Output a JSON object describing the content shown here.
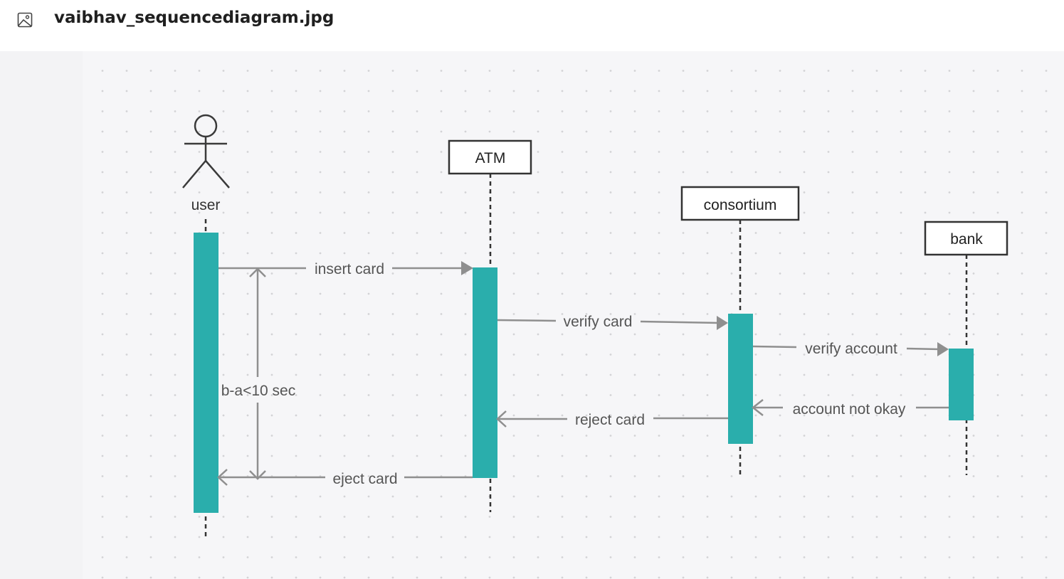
{
  "header": {
    "icon": "image-file-icon",
    "title": "vaibhav_sequencediagram.jpg"
  },
  "diagram": {
    "lifelines": [
      {
        "id": "user",
        "label": "user",
        "kind": "actor"
      },
      {
        "id": "atm",
        "label": "ATM",
        "kind": "object"
      },
      {
        "id": "consortium",
        "label": "consortium",
        "kind": "object"
      },
      {
        "id": "bank",
        "label": "bank",
        "kind": "object"
      }
    ],
    "messages": [
      {
        "from": "user",
        "to": "atm",
        "label": "insert card"
      },
      {
        "from": "atm",
        "to": "consortium",
        "label": "verify card"
      },
      {
        "from": "consortium",
        "to": "bank",
        "label": "verify account"
      },
      {
        "from": "bank",
        "to": "consortium",
        "label": "account not okay"
      },
      {
        "from": "consortium",
        "to": "atm",
        "label": "reject card"
      },
      {
        "from": "atm",
        "to": "user",
        "label": "eject card"
      }
    ],
    "constraint": {
      "label": "b-a<10 sec"
    },
    "colors": {
      "activation": "#2aaeac",
      "line": "#8f8f8f",
      "box_border": "#333333",
      "dot": "#d3d3d6"
    }
  }
}
